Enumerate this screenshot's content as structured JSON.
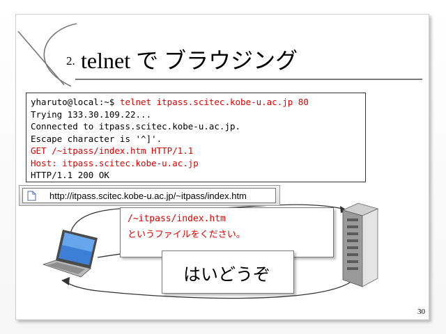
{
  "slide": {
    "title_number": "2.",
    "title": "telnet で ブラウジング",
    "page_number": "30"
  },
  "terminal": {
    "line1_prompt": "yharuto@local:~$ ",
    "line1_command": "telnet itpass.scitec.kobe-u.ac.jp 80",
    "line2": "Trying 133.30.109.22...",
    "line3": "Connected to itpass.scitec.kobe-u.ac.jp.",
    "line4": "Escape character is '^]'.",
    "line5": "GET /~itpass/index.htm HTTP/1.1",
    "line6": "Host: itpass.scitec.kobe-u.ac.jp",
    "line7": "HTTP/1.1 200 OK"
  },
  "browser": {
    "url": "http://itpass.scitec.kobe-u.ac.jp/~itpass/index.htm",
    "page_icon": "page-icon"
  },
  "request_bubble": {
    "line1": "/~itpass/index.htm",
    "line2": "というファイルをください。"
  },
  "response_bubble": {
    "text": "はいどうぞ"
  },
  "icons": {
    "client": "laptop-icon",
    "server": "server-icon"
  },
  "colors": {
    "command_red": "#e00000",
    "frame_gray": "#8a8a8a"
  }
}
